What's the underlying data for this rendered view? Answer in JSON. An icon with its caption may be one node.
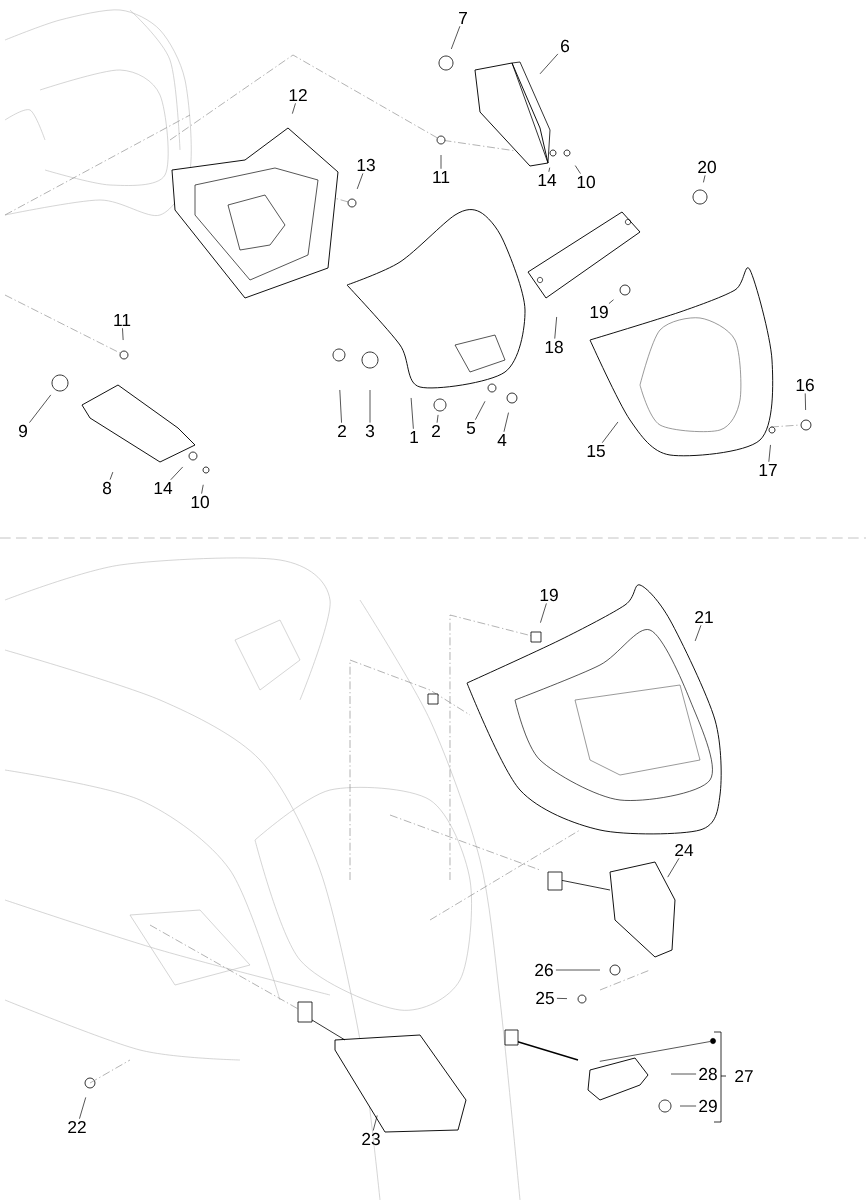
{
  "diagram": {
    "nodes": [
      {
        "text": [
          "7"
        ]
      },
      {
        "text": [
          "6"
        ]
      },
      {
        "text": [
          "12"
        ]
      },
      {
        "text": [
          "13"
        ]
      },
      {
        "text": [
          "11"
        ]
      },
      {
        "text": [
          "14"
        ]
      },
      {
        "text": [
          "10"
        ]
      },
      {
        "text": [
          "20"
        ]
      },
      {
        "text": [
          "11"
        ]
      },
      {
        "text": [
          "19"
        ]
      },
      {
        "text": [
          "18"
        ]
      },
      {
        "text": [
          "9"
        ]
      },
      {
        "text": [
          "2"
        ]
      },
      {
        "text": [
          "3"
        ]
      },
      {
        "text": [
          "1"
        ]
      },
      {
        "text": [
          "2"
        ]
      },
      {
        "text": [
          "5"
        ]
      },
      {
        "text": [
          "4"
        ]
      },
      {
        "text": [
          "16"
        ]
      },
      {
        "text": [
          "15"
        ]
      },
      {
        "text": [
          "17"
        ]
      },
      {
        "text": [
          "8"
        ]
      },
      {
        "text": [
          "14"
        ]
      },
      {
        "text": [
          "10"
        ]
      },
      {
        "text": [
          "19"
        ]
      },
      {
        "text": [
          "21"
        ]
      },
      {
        "text": [
          "24"
        ]
      },
      {
        "text": [
          "26"
        ]
      },
      {
        "text": [
          "25"
        ]
      },
      {
        "text": [],
        "shape": "circle"
      },
      {
        "text": [
          "28"
        ]
      },
      {
        "text": [
          "29"
        ]
      },
      {
        "text": [
          "22"
        ]
      },
      {
        "text": [
          "23"
        ]
      }
    ],
    "edges": [
      {
        "from": 0,
        "to": null,
        "arrow": "none"
      },
      {
        "from": 1,
        "to": null,
        "arrow": "none"
      },
      {
        "from": 2,
        "to": null,
        "arrow": "none"
      },
      {
        "from": 3,
        "to": null,
        "arrow": "none"
      },
      {
        "from": 4,
        "to": null,
        "arrow": "none"
      },
      {
        "from": 5,
        "to": null,
        "arrow": "none"
      },
      {
        "from": 6,
        "to": null,
        "arrow": "none"
      },
      {
        "from": 7,
        "to": null,
        "arrow": "none"
      },
      {
        "from": 8,
        "to": null,
        "arrow": "none"
      },
      {
        "from": 9,
        "to": null,
        "arrow": "none"
      },
      {
        "from": 10,
        "to": null,
        "arrow": "none"
      },
      {
        "from": 11,
        "to": null,
        "arrow": "none"
      },
      {
        "from": 12,
        "to": null,
        "arrow": "none"
      },
      {
        "from": 13,
        "to": null,
        "arrow": "none"
      },
      {
        "from": 14,
        "to": null,
        "arrow": "none"
      },
      {
        "from": 15,
        "to": null,
        "arrow": "none"
      },
      {
        "from": 16,
        "to": null,
        "arrow": "none"
      },
      {
        "from": 17,
        "to": null,
        "arrow": "none"
      },
      {
        "from": 18,
        "to": null,
        "arrow": "none"
      },
      {
        "from": 19,
        "to": null,
        "arrow": "none"
      },
      {
        "from": 20,
        "to": null,
        "arrow": "none"
      },
      {
        "from": 21,
        "to": null,
        "arrow": "none"
      },
      {
        "from": 22,
        "to": null,
        "arrow": "none"
      },
      {
        "from": 23,
        "to": null,
        "arrow": "none"
      },
      {
        "from": 24,
        "to": null,
        "arrow": "none"
      },
      {
        "from": 25,
        "to": null,
        "arrow": "none"
      },
      {
        "from": 26,
        "to": null,
        "arrow": "none"
      },
      {
        "from": 27,
        "to": null,
        "arrow": "none"
      },
      {
        "from": 28,
        "to": null,
        "arrow": "none"
      },
      {
        "from": 29,
        "to": null,
        "arrow": "none"
      },
      {
        "from": 30,
        "to": null,
        "arrow": "none"
      },
      {
        "from": 31,
        "to": null,
        "arrow": "none"
      },
      {
        "from": 32,
        "to": null,
        "arrow": "none"
      },
      {
        "from": 33,
        "to": null,
        "arrow": "none"
      }
    ],
    "labels": [
      "27"
    ]
  }
}
